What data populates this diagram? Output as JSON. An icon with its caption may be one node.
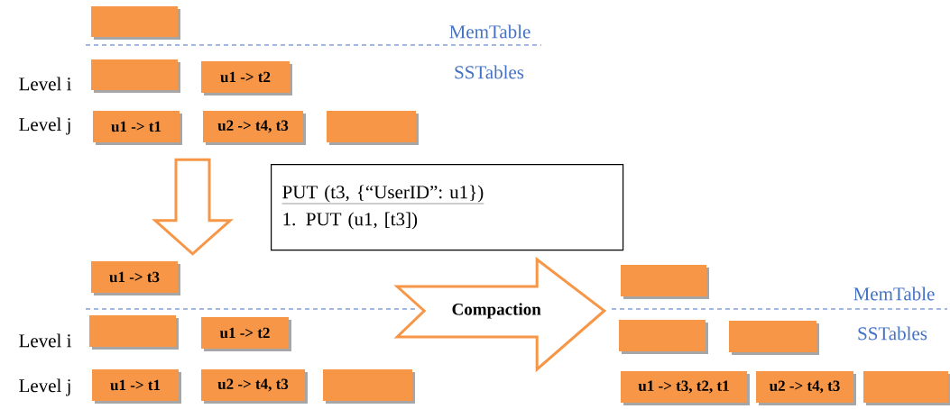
{
  "diagram": {
    "nodes": [
      {
        "text": [],
        "shape": "box"
      },
      {
        "text": [],
        "shape": "box"
      },
      {
        "text": [
          "u1 -> t2"
        ]
      },
      {
        "text": [
          "u1 -> t1"
        ]
      },
      {
        "text": [
          "u2 -> t4, t3"
        ]
      },
      {
        "text": [],
        "shape": "box"
      },
      {
        "text": [
          "PUT (t3, {“UserID”: u1})",
          "1. PUT (u1, [t3])"
        ]
      },
      {
        "text": [
          "u1 -> t3"
        ]
      },
      {
        "text": [],
        "shape": "box"
      },
      {
        "text": [],
        "shape": "box"
      },
      {
        "text": [
          "u1 -> t2"
        ]
      },
      {
        "text": [],
        "shape": "box"
      },
      {
        "text": [],
        "shape": "box"
      },
      {
        "text": [
          "u1 -> t1"
        ]
      },
      {
        "text": [
          "u2 -> t4, t3"
        ]
      },
      {
        "text": [],
        "shape": "box"
      },
      {
        "text": [
          "u1 -> t3, t2, t1"
        ]
      },
      {
        "text": [
          "u2 -> t4, t3"
        ]
      },
      {
        "text": [],
        "shape": "box"
      }
    ],
    "edges": [
      {
        "from": 3,
        "to": 7,
        "arrow": "to"
      },
      {
        "from": 10,
        "to": 11,
        "arrow": "to",
        "label": "Compaction"
      }
    ],
    "labels": [
      "MemTable",
      "SSTables",
      "Level i",
      "Level j",
      "MemTable",
      "SSTables",
      "Level i",
      "Level j"
    ]
  }
}
